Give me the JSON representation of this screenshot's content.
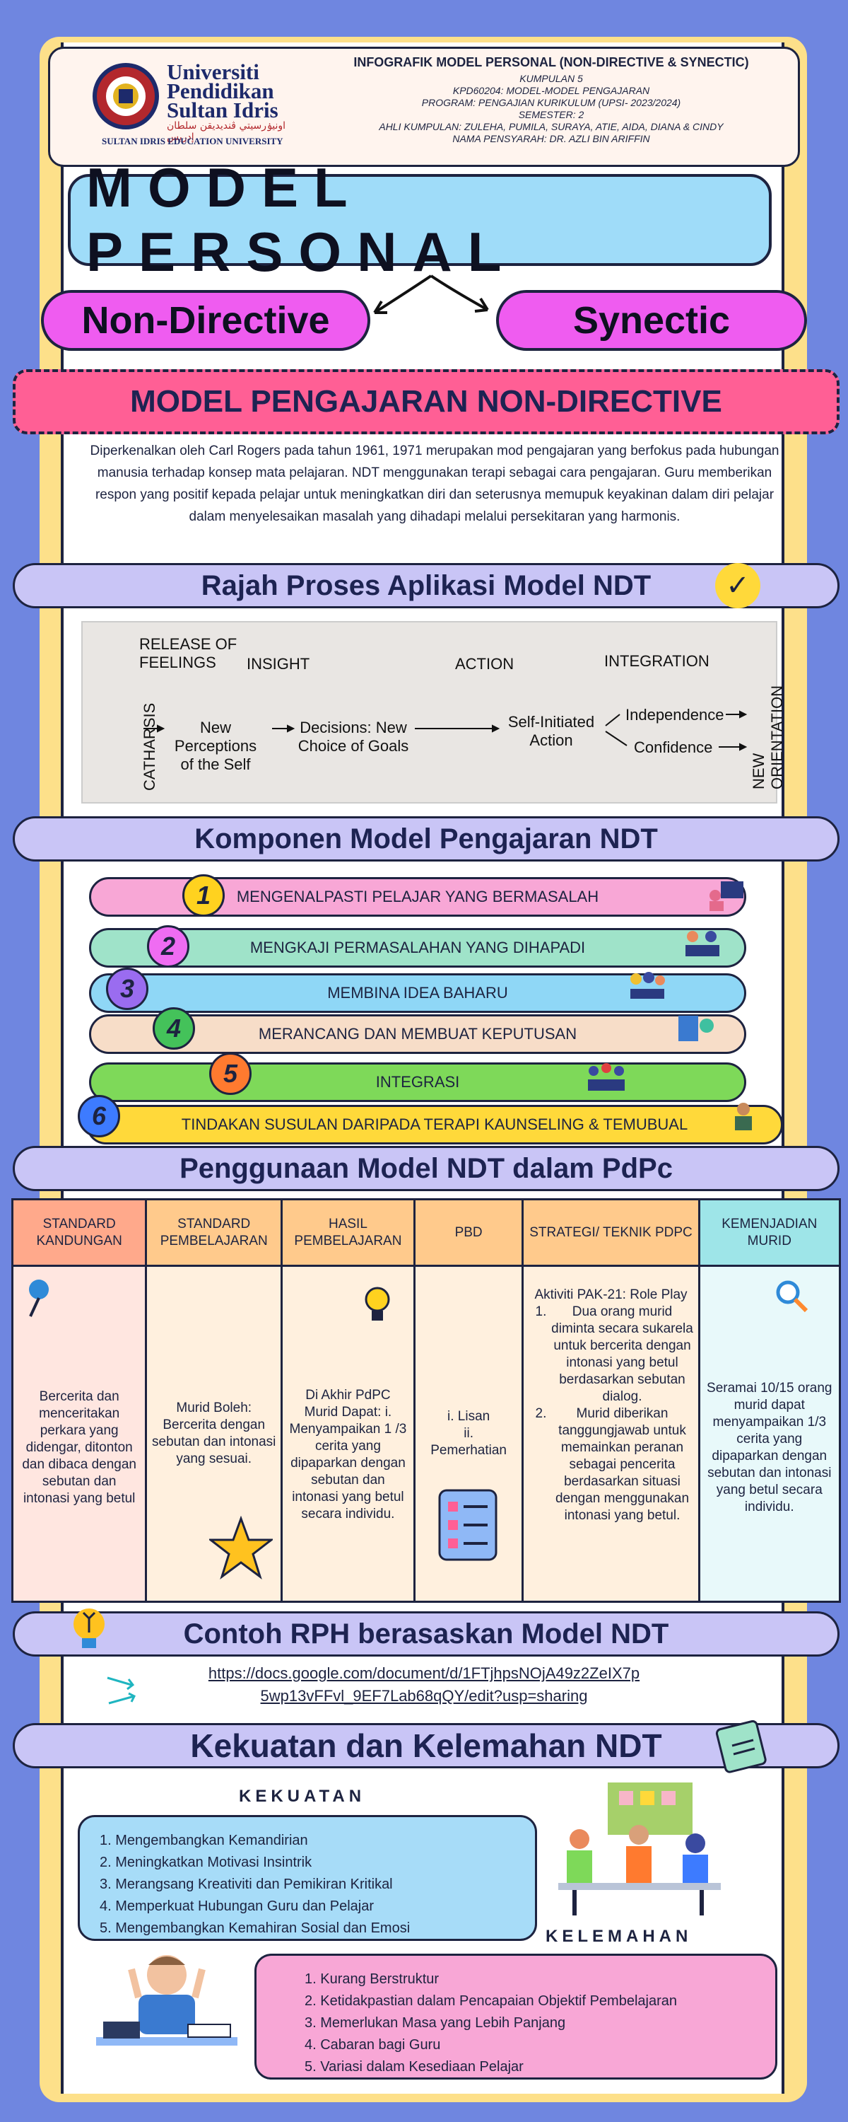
{
  "header": {
    "university_name_lines": [
      "Universiti",
      "Pendidikan",
      "Sultan Idris"
    ],
    "university_arabic": "اونيۏرسيتي ڤنديديقن سلطان إدريس",
    "university_tagline": "SULTAN IDRIS EDUCATION UNIVERSITY",
    "title": "INFOGRAFIK MODEL PERSONAL (NON-DIRECTIVE & SYNECTIC)",
    "group": "KUMPULAN 5",
    "course": "KPD60204: MODEL-MODEL PENGAJARAN",
    "program": "PROGRAM: PENGAJIAN KURIKULUM (UPSI- 2023/2024)",
    "semester": "SEMESTER: 2",
    "members": "AHLI KUMPULAN: ZULEHA, PUMILA, SURAYA, ATIE, AIDA, DIANA & CINDY",
    "lecturer": "NAMA PENSYARAH: DR. AZLI BIN ARIFFIN"
  },
  "main_title": "MODEL PERSONAL",
  "branches": {
    "left": "Non-Directive",
    "right": "Synectic"
  },
  "ndt_section": {
    "title": "MODEL PENGAJARAN NON-DIRECTIVE",
    "intro": "Diperkenalkan oleh Carl Rogers pada tahun 1961, 1971 merupakan mod pengajaran yang berfokus pada hubungan manusia terhadap konsep mata pelajaran. NDT menggunakan terapi sebagai cara pengajaran. Guru memberikan respon yang positif kepada pelajar untuk meningkatkan diri dan seterusnya memupuk keyakinan dalam diri pelajar dalam menyelesaikan masalah yang dihadapi melalui persekitaran yang harmonis."
  },
  "process": {
    "title": "Rajah Proses Aplikasi Model NDT",
    "labels": {
      "release_1": "RELEASE OF",
      "release_2": "FEELINGS",
      "insight": "INSIGHT",
      "action": "ACTION",
      "integration": "INTEGRATION",
      "catharsis": "CATHARSIS",
      "new_perceptions_1": "New Perceptions",
      "new_perceptions_2": "of the Self",
      "decisions_1": "Decisions: New",
      "decisions_2": "Choice of Goals",
      "self_initiated_1": "Self-Initiated",
      "self_initiated_2": "Action",
      "independence": "Independence",
      "confidence": "Confidence",
      "new_orientation": "NEW ORIENTATION"
    }
  },
  "components": {
    "title": "Komponen Model Pengajaran NDT",
    "items": [
      {
        "num": "1",
        "label": "MENGENALPASTI PELAJAR YANG BERMASALAH",
        "color": "#f8a7d6",
        "num_color": "#ffd21f"
      },
      {
        "num": "2",
        "label": "MENGKAJI PERMASALAHAN YANG DIHAPADI",
        "color": "#9fe3c9",
        "num_color": "#ef6cf2"
      },
      {
        "num": "3",
        "label": "MEMBINA IDEA BAHARU",
        "color": "#8fd7f6",
        "num_color": "#9a6cf0"
      },
      {
        "num": "4",
        "label": "MERANCANG DAN MEMBUAT KEPUTUSAN",
        "color": "#f7ddc8",
        "num_color": "#44c25a"
      },
      {
        "num": "5",
        "label": "INTEGRASI",
        "color": "#7ed959",
        "num_color": "#ff7a2f"
      },
      {
        "num": "6",
        "label": "TINDAKAN SUSULAN DARIPADA TERAPI KAUNSELING & TEMUBUAL",
        "color": "#ffd93a",
        "num_color": "#3d7bff"
      }
    ]
  },
  "usage": {
    "title": "Penggunaan  Model NDT dalam PdPc",
    "headers": [
      "STANDARD KANDUNGAN",
      "STANDARD PEMBELAJARAN",
      "HASIL PEMBELAJARAN",
      "PBD",
      "STRATEGI/ TEKNIK PDPC",
      "KEMENJADIAN MURID"
    ],
    "header_colors": [
      "#ffa98b",
      "#ffca8c",
      "#ffca8c",
      "#ffca8c",
      "#ffca8c",
      "#9ee5e8"
    ],
    "cell_colors": [
      "#ffe6e0",
      "#fff0de",
      "#fff0de",
      "#fff0de",
      "#fff0de",
      "#e8f9fa"
    ],
    "cells": {
      "standard_kandungan": "Bercerita dan menceritakan perkara yang didengar, ditonton dan dibaca dengan sebutan dan intonasi yang betul",
      "standard_pembelajaran": "Murid Boleh: Bercerita dengan sebutan dan intonasi yang sesuai.",
      "hasil_pembelajaran": "Di Akhir PdPC Murid Dapat: i. Menyampaikan 1 /3 cerita yang dipaparkan dengan sebutan dan intonasi yang betul secara individu.",
      "pbd_1": "i. Lisan",
      "pbd_2": "ii.",
      "pbd_3": "Pemerhatian",
      "strategi_title": "Aktiviti PAK-21: Role Play",
      "strategi_1": "Dua orang murid diminta secara sukarela untuk bercerita dengan intonasi yang betul berdasarkan sebutan dialog.",
      "strategi_2": "Murid diberikan tanggungjawab untuk memainkan peranan sebagai pencerita berdasarkan situasi dengan menggunakan intonasi yang betul.",
      "kemenjadian": "Seramai 10/15 orang murid dapat menyampaikan 1/3 cerita yang dipaparkan dengan sebutan dan intonasi yang betul secara individu."
    }
  },
  "rph": {
    "title": "Contoh RPH berasaskan Model NDT",
    "link_line1": "https://docs.google.com/document/d/1FTjhpsNOjA49z2ZeIX7p",
    "link_line2": "5wp13vFFvl_9EF7Lab68qQY/edit?usp=sharing"
  },
  "strengths": {
    "title": "Kekuatan dan Kelemahan NDT",
    "kekuatan_label": "KEKUATAN",
    "kelemahan_label": "KELEMAHAN",
    "kekuatan": [
      "1. Mengembangkan Kemandirian",
      "2. Meningkatkan Motivasi Insintrik",
      "3. Merangsang  Kreativiti dan Pemikiran Kritikal",
      "4. Memperkuat Hubungan Guru dan Pelajar",
      "5. Mengembangkan Kemahiran Sosial dan Emosi"
    ],
    "kelemahan": [
      "1.  Kurang Berstruktur",
      "2. Ketidakpastian dalam Pencapaian Objektif Pembelajaran",
      "3. Memerlukan Masa yang Lebih Panjang",
      "4. Cabaran bagi Guru",
      "5. Variasi dalam Kesediaan Pelajar"
    ]
  }
}
